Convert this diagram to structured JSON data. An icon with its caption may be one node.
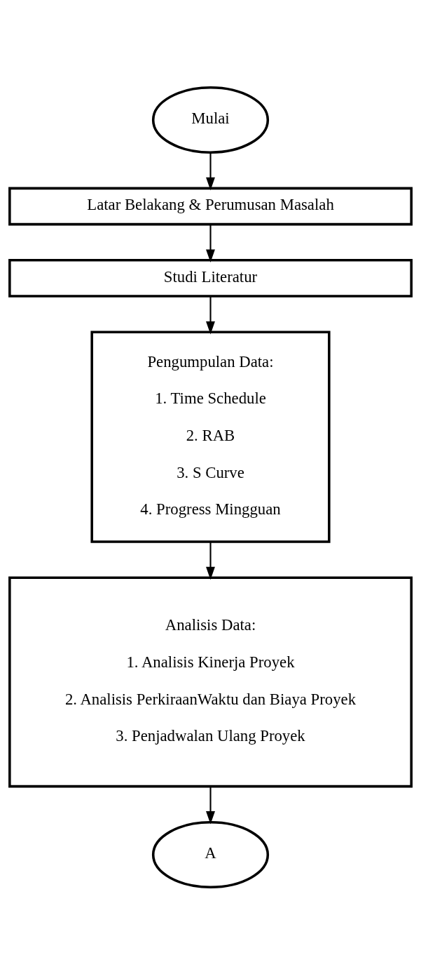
{
  "diagram": {
    "nodes": [
      {
        "text": [
          "Mulai"
        ]
      },
      {
        "text": [
          "Latar Belakang & Perumusan Masalah"
        ]
      },
      {
        "text": [
          "Studi Literatur"
        ]
      },
      {
        "text": [
          "Pengumpulan Data:",
          "1. Time Schedule",
          "2. RAB",
          "3. S Curve",
          "4. Progress Mingguan"
        ]
      },
      {
        "text": [
          "Analisis Data:",
          "1. Analisis Kinerja Proyek",
          "2. Analisis PerkiraanWaktu dan Biaya Proyek",
          "3. Penjadwalan Ulang Proyek"
        ]
      },
      {
        "text": [
          "A"
        ]
      }
    ],
    "edges": [
      {
        "from": 0,
        "to": 1,
        "arrow": "to"
      },
      {
        "from": 1,
        "to": 2,
        "arrow": "to"
      },
      {
        "from": 2,
        "to": 3,
        "arrow": "to"
      },
      {
        "from": 3,
        "to": 4,
        "arrow": "to"
      },
      {
        "from": 4,
        "to": 5,
        "arrow": "to"
      }
    ]
  }
}
